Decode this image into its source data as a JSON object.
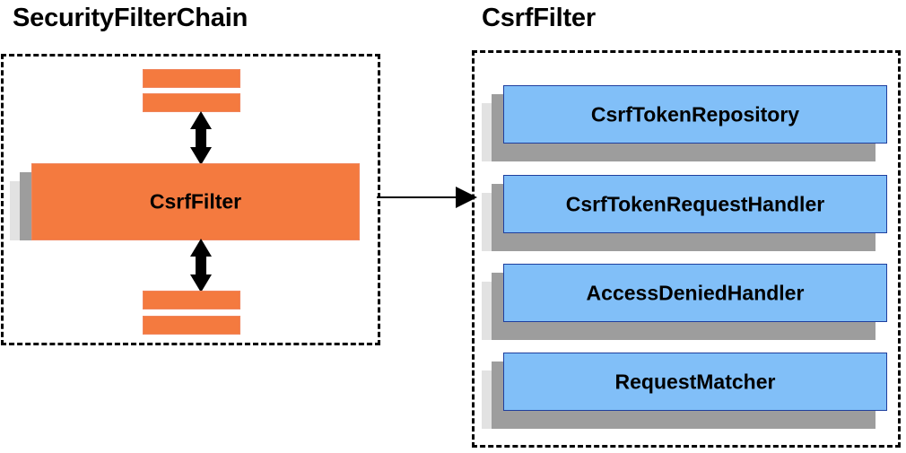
{
  "diagram": {
    "left_panel": {
      "title": "SecurityFilterChain",
      "main_box": {
        "label": "CsrfFilter",
        "color": "#f47a3f"
      },
      "filter_bars_above": [
        "",
        ""
      ],
      "filter_bars_below": [
        "",
        ""
      ],
      "arrow_above": "double-headed-vertical-arrow",
      "arrow_below": "double-headed-vertical-arrow"
    },
    "connector": {
      "type": "arrow-right",
      "from": "SecurityFilterChain",
      "to": "CsrfFilter"
    },
    "right_panel": {
      "title": "CsrfFilter",
      "collaborators": [
        {
          "label": "CsrfTokenRepository"
        },
        {
          "label": "CsrfTokenRequestHandler"
        },
        {
          "label": "AccessDeniedHandler"
        },
        {
          "label": "RequestMatcher"
        }
      ],
      "box_color": "#81bff8",
      "box_border_color": "#1f3f9e"
    },
    "colors": {
      "orange": "#f47a3f",
      "blue": "#81bff8",
      "shadow_dark": "#9d9d9d",
      "shadow_light": "#e2e2e2",
      "outline": "#000000",
      "background": "#ffffff"
    }
  }
}
